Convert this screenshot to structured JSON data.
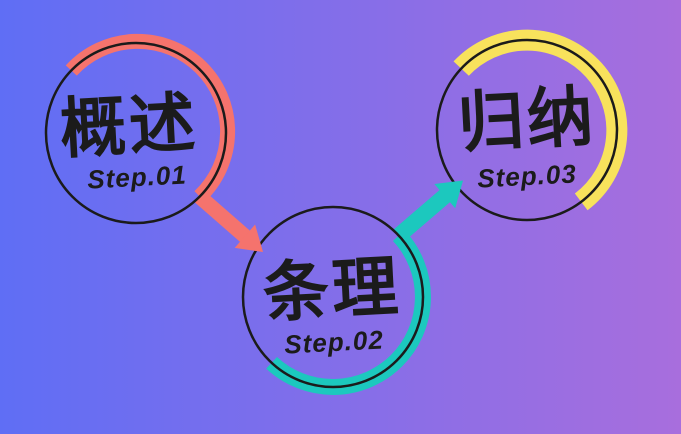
{
  "background": {
    "gradient_start": "#5F6EF5",
    "gradient_end": "#A86EDD"
  },
  "ink_color": "#1B1B1B",
  "steps": [
    {
      "title": "概述",
      "label": "Step.01",
      "accent": "#F5736D"
    },
    {
      "title": "条理",
      "label": "Step.02",
      "accent": "#1CC8BE"
    },
    {
      "title": "归纳",
      "label": "Step.03",
      "accent": "#F8E25C"
    }
  ]
}
